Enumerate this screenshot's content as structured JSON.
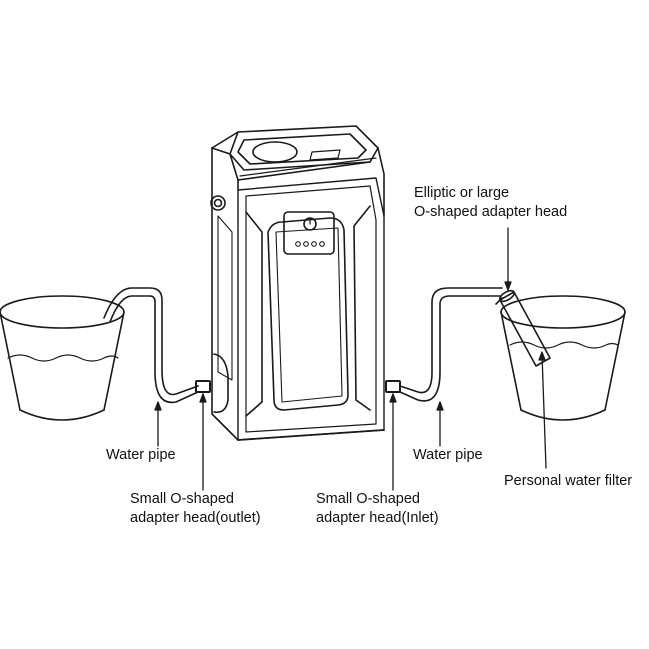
{
  "labels": {
    "water_pipe_left": "Water pipe",
    "water_pipe_right": "Water pipe",
    "outlet_line1": "Small O-shaped",
    "outlet_line2": "adapter head(outlet)",
    "inlet_line1": "Small O-shaped",
    "inlet_line2": "adapter head(Inlet)",
    "elliptic_line1": "Elliptic or large",
    "elliptic_line2": "O-shaped adapter head",
    "personal_filter": "Personal water filter"
  },
  "colors": {
    "stroke": "#1a1a1a",
    "text": "#111111",
    "background": "#ffffff"
  },
  "icons": {
    "power_button": "power-icon"
  }
}
